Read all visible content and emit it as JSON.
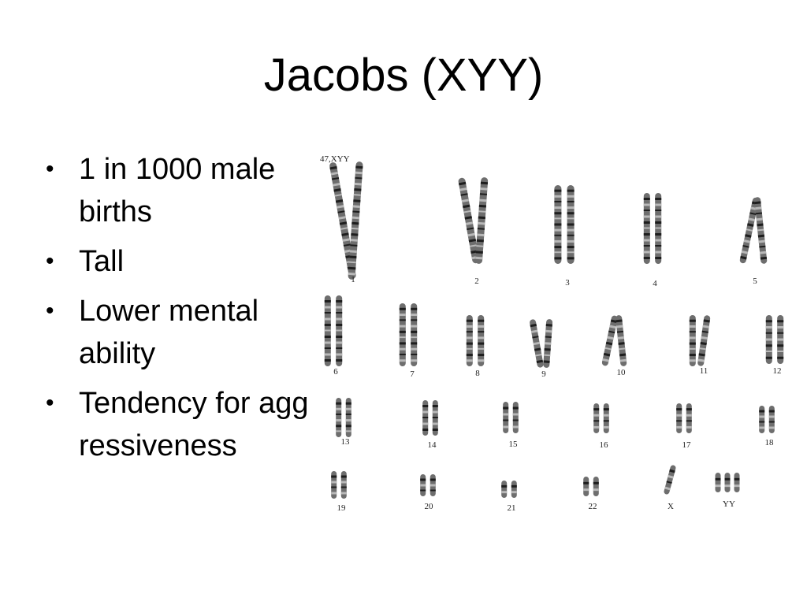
{
  "slide": {
    "title": "Jacobs (XYY)",
    "bullets": [
      "1 in 1000 male births",
      "Tall",
      "Lower mental ability",
      "Tendency for aggressiveness"
    ]
  },
  "karyotype": {
    "header": "47,XYY",
    "labels": [
      "1",
      "2",
      "3",
      "4",
      "5",
      "6",
      "7",
      "8",
      "9",
      "10",
      "11",
      "12",
      "13",
      "14",
      "15",
      "16",
      "17",
      "18",
      "19",
      "20",
      "21",
      "22",
      "X",
      "YY"
    ],
    "colors": {
      "chromosome_fill": "#6e6e6e",
      "band_dark": "#1e1e1e",
      "band_light": "#b8b8b8"
    }
  }
}
